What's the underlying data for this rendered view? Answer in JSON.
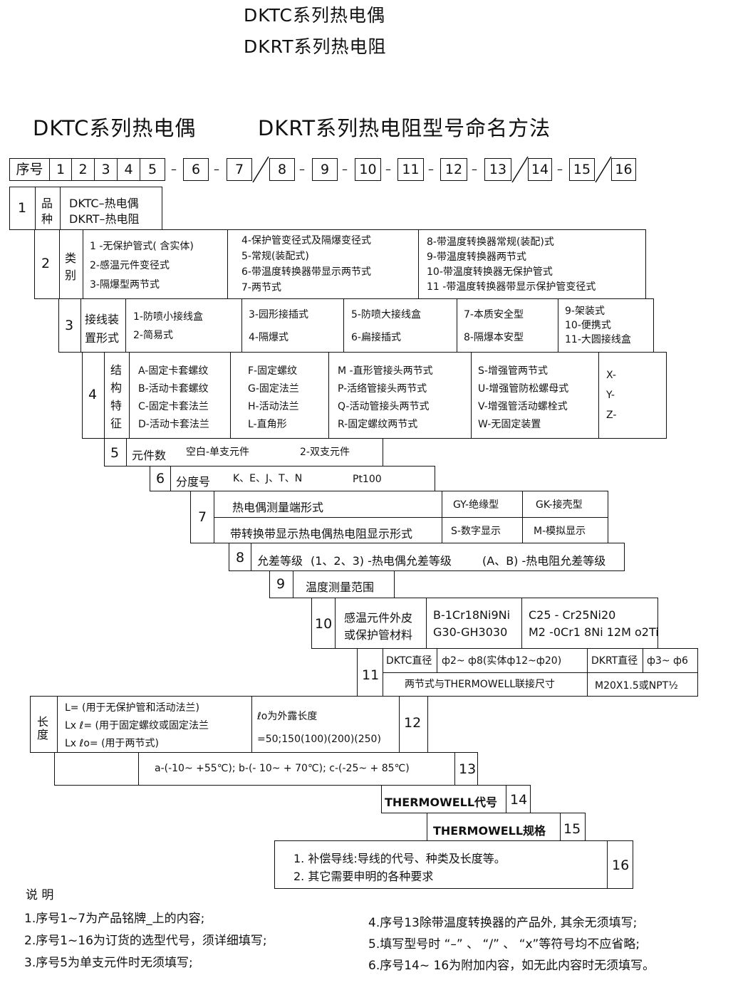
{
  "title_lines": [
    "DKTC系列热电偶",
    "DKRT系列热电阻"
  ],
  "header": {
    "left": "DKTC系列热电偶",
    "right": "DKRT系列热电阻型号命名方法"
  },
  "seq": {
    "label": "序号",
    "cells": [
      "1",
      "2",
      "3",
      "4",
      "5",
      "6",
      "7",
      "8",
      "9",
      "10",
      "11",
      "12",
      "13",
      "14",
      "15",
      "16"
    ],
    "dash": "–"
  },
  "r1": {
    "num": "1",
    "label": [
      "品",
      "种"
    ],
    "items": [
      "DKTC–热电偶",
      "DKRT–热电阻"
    ]
  },
  "r2": {
    "num": "2",
    "label": [
      "类",
      "别"
    ],
    "c1": [
      "1 -无保护管式(  含实体)",
      "2-感温元件变径式",
      "3-隔爆型两节式"
    ],
    "c2": [
      "4-保护管变径式及隔爆变径式",
      "5-常规(装配式)",
      "6-带温度转换器带显示两节式",
      "7-两节式"
    ],
    "c3": [
      "8-带温度转换器常规(装配)式",
      "9-带温度转换器两节式",
      "10-带温度转换器无保护管式",
      "11 -带温度转换器带显示保护管变径式"
    ]
  },
  "r3": {
    "num": "3",
    "label": [
      "接线装",
      "置形式"
    ],
    "c1": [
      "1-防喷小接线盒",
      "2-简易式"
    ],
    "c2": [
      "3-园形接插式",
      "4-隔爆式"
    ],
    "c3": [
      "5-防喷大接线盒",
      "6-扁接插式"
    ],
    "c4": [
      "7-本质安全型",
      "8-隔爆本安型"
    ],
    "c5": [
      "9-架装式",
      "10-便携式",
      "11-大圆接线盒"
    ]
  },
  "r4": {
    "num": "4",
    "label": [
      "结",
      "构",
      "特",
      "征"
    ],
    "c1": [
      "A-固定卡套螺纹",
      "B-活动卡套螺纹",
      "C-固定卡套法兰",
      "D-活动卡套法兰"
    ],
    "c2": [
      "F-固定螺纹",
      "G-固定法兰",
      "H-活动法兰",
      "L-直角形"
    ],
    "c3": [
      "M -直形管接头两节式",
      "P-活络管接头两节式",
      "Q-活动管接头两节式",
      "R-固定螺纹两节式"
    ],
    "c4": [
      "S-增强管两节式",
      "U-增强管防松螺母式",
      "V-增强管活动螺栓式",
      "W-无固定装置"
    ],
    "c5": [
      "X-",
      "Y-",
      "Z-"
    ]
  },
  "r5": {
    "num": "5",
    "label": "元件数",
    "a": "空白-单支元件",
    "b": "2-双支元件"
  },
  "r6": {
    "num": "6",
    "label": "分度号",
    "a": "K、E、J、T、N",
    "b": "Pt100"
  },
  "r7": {
    "num": "7",
    "a1": "热电偶测量端形式",
    "a2": "GY-绝缘型",
    "a3": "GK-接壳型",
    "b1": "带转换带显示热电偶热电阻显示形式",
    "b2": "S-数字显示",
    "b3": "M-模拟显示"
  },
  "r8": {
    "num": "8",
    "label": "允差等级",
    "a": "(1、2、3) -热电偶允差等级",
    "b": "(A、B) -热电阻允差等级"
  },
  "r9": {
    "num": "9",
    "label": "温度测量范围"
  },
  "r10": {
    "num": "10",
    "label": [
      "感温元件外皮",
      "或保护管材料"
    ],
    "a": [
      "B-1Cr18Ni9Ni",
      "G30-GH3030"
    ],
    "b": [
      "C25 - Cr25Ni20",
      "M2 -0Cr1 8Ni 12M o2Ti"
    ]
  },
  "r11": {
    "num": "11",
    "a1": "DKTC直径",
    "a2": "ф2~ ф8(实体ф12~ф20)",
    "a3": "DKRT直径",
    "a4": "ф3~ ф6",
    "b1": "两节式与THERMOWELL联接尺寸",
    "b2": "M20X1.5或NPT½"
  },
  "r12": {
    "num": "12",
    "label": [
      "长",
      "度"
    ],
    "a": [
      "L= (用于无保护管和活动法兰)",
      "Lx ℓ= (用于固定螺纹或固定法兰",
      "Lx ℓo= (用于两节式)"
    ],
    "b": [
      "ℓo为外露长度",
      "=50;150(100)(200)(250)"
    ]
  },
  "r13": {
    "num": "13",
    "text": "a-(-10~ +55℃); b-(- 10~ + 70℃); c-(-25~ + 85℃)"
  },
  "r14": {
    "num": "14",
    "label": "THERMOWELL代号"
  },
  "r15": {
    "num": "15",
    "label": "THERMOWELL规格"
  },
  "r16": {
    "num": "16",
    "items": [
      "1. 补偿导线:导线的代号、种类及长度等。",
      "2. 其它需要申明的各种要求"
    ]
  },
  "notes": {
    "heading": "说 明",
    "left": [
      "1.序号1~7为产品铭牌_上的内容;",
      "2.序号1~16为订货的选型代号，须详细填写;",
      "3.序号5为单支元件时无须填写;"
    ],
    "right": [
      "4.序号13除带温度转换器的产品外, 其余无须填写;",
      "5.填写型号时 “–” 、 “/” 、 “x”等符号均不应省略;",
      "6.序号14~ 16为附加内容，如无此内容时无须填写。"
    ]
  }
}
